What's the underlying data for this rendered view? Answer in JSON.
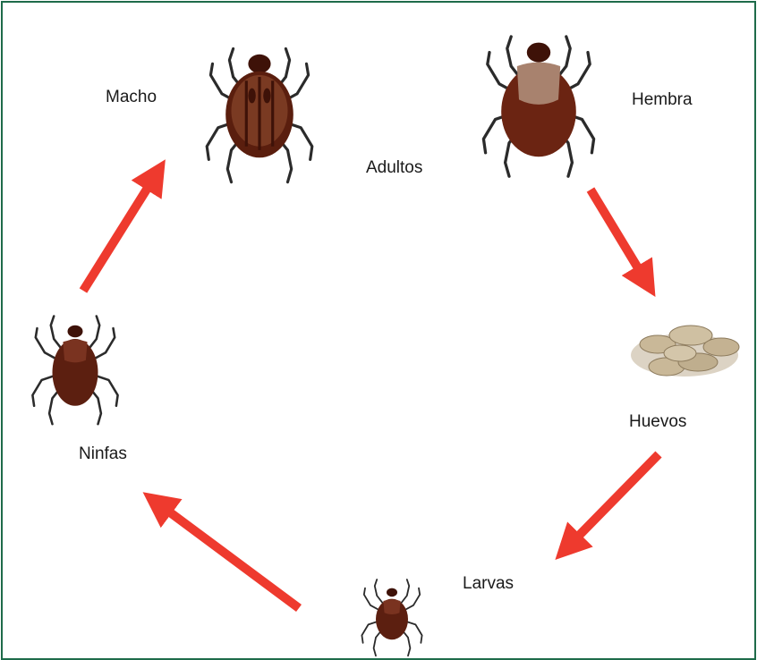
{
  "labels": {
    "male": "Macho",
    "female": "Hembra",
    "adults": "Adultos",
    "eggs": "Huevos",
    "larvae": "Larvas",
    "nymphs": "Ninfas"
  },
  "colors": {
    "arrow": "#ee3a2e",
    "tick_body": "#6b2412",
    "tick_dark": "#3e1208",
    "tick_shield": "#a8826e",
    "tick_legs": "#2b2b2b",
    "egg": "#c9b898",
    "frame": "#1e6b4a"
  },
  "icons": [
    "male-tick-icon",
    "female-tick-icon",
    "eggs-icon",
    "larva-tick-icon",
    "nymph-tick-icon"
  ]
}
